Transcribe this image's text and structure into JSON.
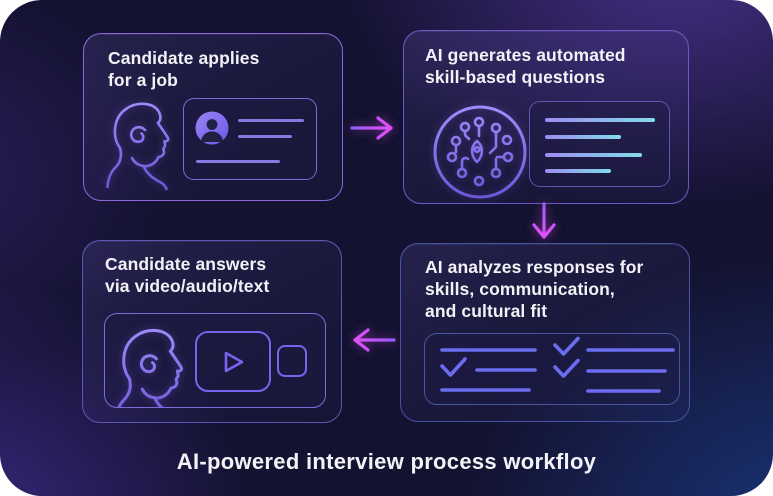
{
  "caption": "AI-powered interview process workfloy",
  "cards": [
    {
      "id": "candidate-applies",
      "title": "Candidate applies\nfor a job",
      "icons": [
        "person-profile-icon",
        "id-card-icon"
      ]
    },
    {
      "id": "ai-generates",
      "title": "AI generates automated\nskill-based questions",
      "icons": [
        "ai-circuit-icon",
        "text-lines-icon"
      ]
    },
    {
      "id": "ai-analyzes",
      "title": "AI analyzes responses for\nskills, communication,\nand cultural fit",
      "icons": [
        "checklist-icon"
      ]
    },
    {
      "id": "candidate-answers",
      "title": "Candidate answers\nvia video/audio/text",
      "icons": [
        "person-profile-icon",
        "video-player-icon",
        "media-clip-icon"
      ]
    }
  ],
  "arrows": [
    {
      "from": "candidate-applies",
      "to": "ai-generates",
      "direction": "right"
    },
    {
      "from": "ai-generates",
      "to": "ai-analyzes",
      "direction": "down"
    },
    {
      "from": "ai-analyzes",
      "to": "candidate-answers",
      "direction": "left"
    }
  ],
  "colors": {
    "background_base": "#131230",
    "glow_purple": "#5a3ac0",
    "glow_blue": "#2156be",
    "arrow_start": "#8b5cf6",
    "arrow_end": "#ee4ff5",
    "card_border_purple": "#8a67da",
    "card_border_purple_dim": "#6f57c6",
    "card_border_blue": "#45549f",
    "card_border_mixed": "#5d56b4",
    "panel_border_purple": "#7f6ad8",
    "panel_border_dim": "#5f57ae",
    "panel_border_blue": "#47569e",
    "title_text": "#f2f2f7",
    "line_purple": "#8578e0",
    "line_gradient_start": "#9b8cf0",
    "line_gradient_end": "#82dcea",
    "check_color": "#6b6cf0",
    "icon_stroke_light": "#a18ffb",
    "icon_stroke_dark": "#6a55d8"
  }
}
